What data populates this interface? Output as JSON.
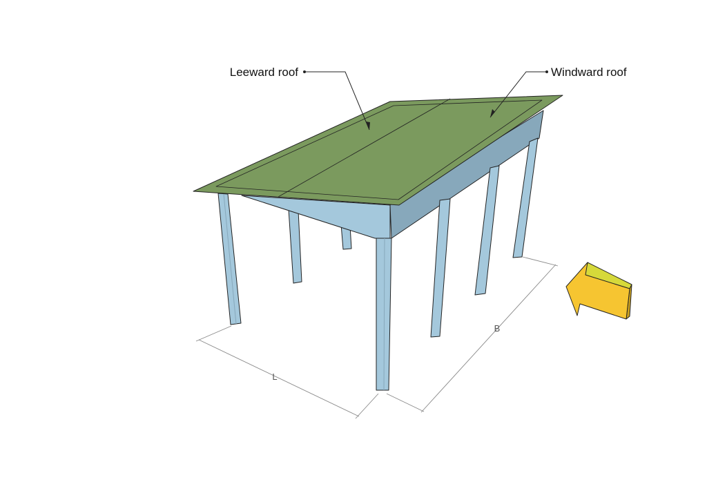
{
  "labels": {
    "leeward_roof": "Leeward roof",
    "windward_roof": "Windward roof",
    "length_dimension": "L",
    "width_dimension": "B"
  },
  "colors": {
    "roof": "#7b9a5e",
    "structure_light": "#a4c8dc",
    "structure_dark": "#87a8bb",
    "wind_arrow": "#f6c531",
    "wind_arrow_top": "#d6d93a"
  },
  "icons": {
    "wind_direction": "left-arrow-3d"
  }
}
